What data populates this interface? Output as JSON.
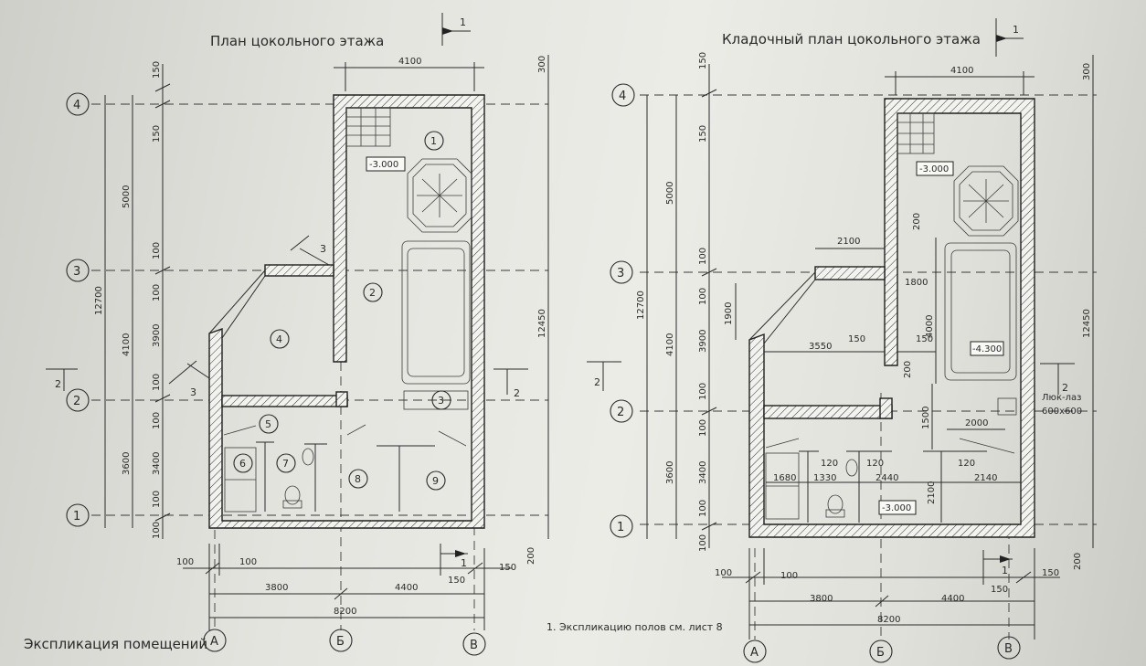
{
  "titles": {
    "left": "План цокольного этажа",
    "right": "Кладочный план цокольного этажа",
    "explication": "Экспликация помещений",
    "note": "1. Экспликацию полов см. лист 8"
  },
  "section_marks": {
    "one": "1",
    "two": "2",
    "three": "3"
  },
  "axes": {
    "a": "А",
    "b": "Б",
    "v": "В",
    "n1": "1",
    "n2": "2",
    "n3": "3",
    "n4": "4"
  },
  "left_plan": {
    "dims_top": "4100",
    "dims_bottom": [
      "100",
      "100",
      "3800",
      "4400",
      "8200",
      "150",
      "150",
      "200"
    ],
    "dims_left_outer": [
      "5000",
      "12700",
      "4100",
      "3600"
    ],
    "dims_left_inner": [
      "150",
      "150",
      "100",
      "100",
      "3900",
      "100",
      "100",
      "3400",
      "100",
      "100"
    ],
    "dims_right": [
      "300",
      "12450"
    ],
    "level": "-3.000",
    "rooms": [
      "1",
      "2",
      "3",
      "4",
      "5",
      "6",
      "7",
      "8",
      "9"
    ]
  },
  "right_plan": {
    "dims_top": "4100",
    "dims_bottom": [
      "100",
      "100",
      "3800",
      "4400",
      "8200",
      "150",
      "150",
      "200"
    ],
    "dims_left_outer": [
      "5000",
      "12700",
      "4100",
      "3600"
    ],
    "dims_left_inner": [
      "150",
      "150",
      "100",
      "100",
      "3900",
      "100",
      "100",
      "3400",
      "100",
      "100"
    ],
    "dims_right": [
      "300",
      "12450"
    ],
    "inner_dims": [
      "2100",
      "200",
      "1800",
      "1900",
      "4000",
      "3550",
      "150",
      "150",
      "200",
      "1500",
      "2000",
      "120",
      "120",
      "120",
      "1680",
      "1330",
      "2440",
      "2100",
      "2140"
    ],
    "levels": [
      "-3.000",
      "-4.300",
      "-3.000"
    ],
    "hatch_label": "Люк-лаз",
    "hatch_size": "600х600"
  }
}
